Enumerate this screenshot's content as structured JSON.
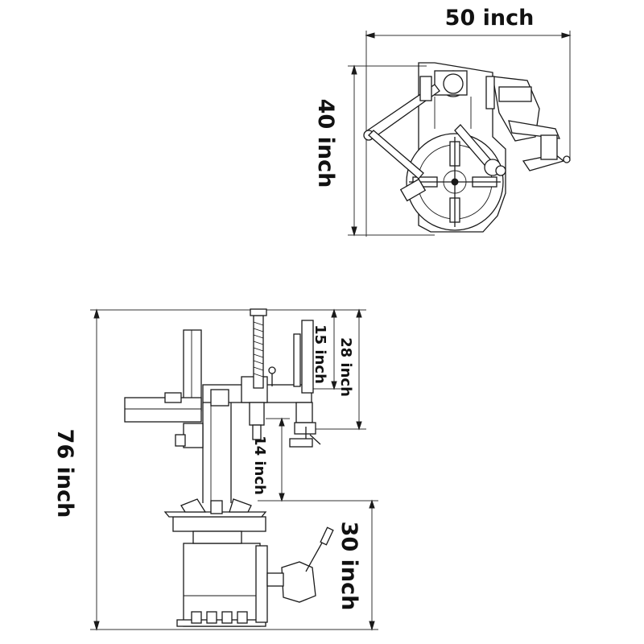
{
  "dimensions": {
    "top_width": "50 inch",
    "top_depth": "40 inch",
    "total_height": "76 inch",
    "arm_upper": "15 inch",
    "arm_total": "28 inch",
    "arm_gap": "14 inch",
    "base_height": "30 inch"
  },
  "colors": {
    "line": "#1a1a1a",
    "background": "#ffffff"
  }
}
